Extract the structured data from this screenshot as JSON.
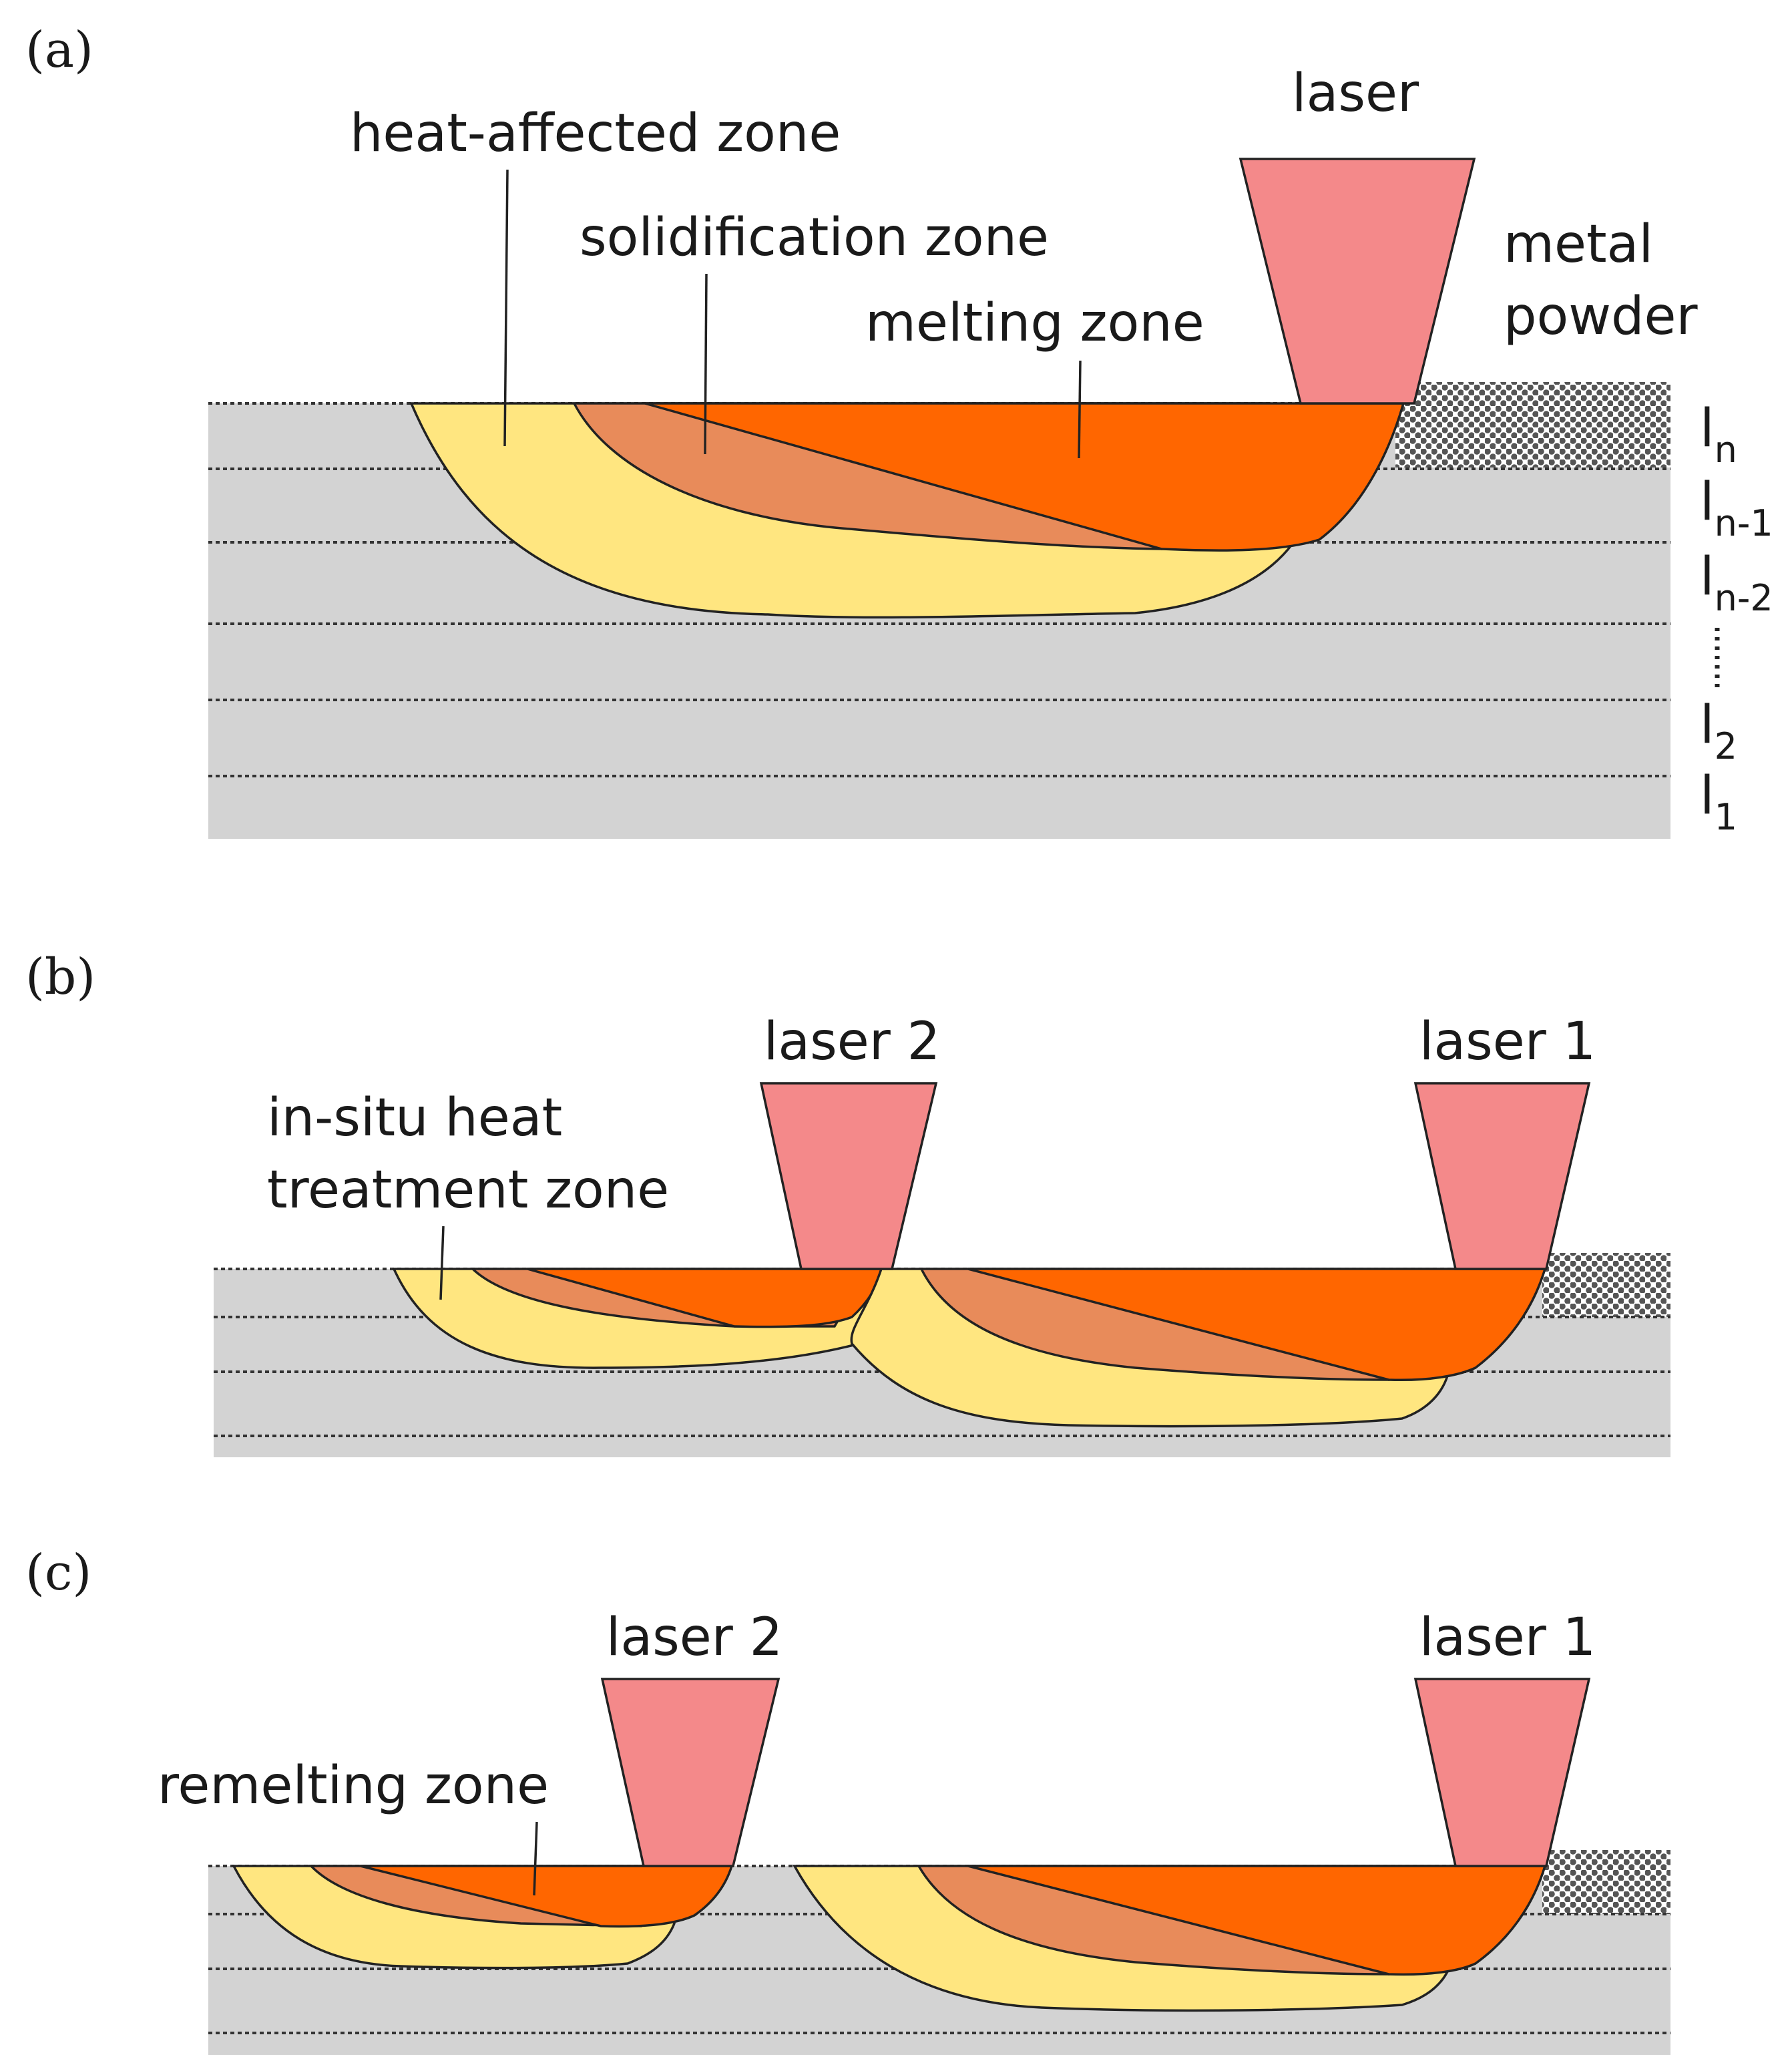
{
  "colors": {
    "substrate": "#d3d3d3",
    "heat_affected": "#ffe680",
    "solidification": "#e88b5a",
    "melting": "#ff6600",
    "laser": "#f4898a",
    "powder": "#555555"
  },
  "panel_a": {
    "panel_label": "(a)",
    "laser": "laser",
    "metal_powder_line1": "metal",
    "metal_powder_line2": "powder",
    "heat_affected_zone": "heat-affected zone",
    "solidification_zone": "solidification zone",
    "melting_zone": "melting zone",
    "layers": {
      "ln": {
        "base": "l",
        "sub": "n"
      },
      "ln1": {
        "base": "l",
        "sub": "n-1"
      },
      "ln2": {
        "base": "l",
        "sub": "n-2"
      },
      "l2": {
        "base": "l",
        "sub": "2"
      },
      "l1": {
        "base": "l",
        "sub": "1"
      }
    }
  },
  "panel_b": {
    "panel_label": "(b)",
    "laser_2": "laser 2",
    "laser_1": "laser 1",
    "in_situ_line1": "in-situ heat",
    "in_situ_line2": "treatment zone"
  },
  "panel_c": {
    "panel_label": "(c)",
    "laser_2": "laser 2",
    "laser_1": "laser 1",
    "remelting_zone": "remelting zone"
  }
}
